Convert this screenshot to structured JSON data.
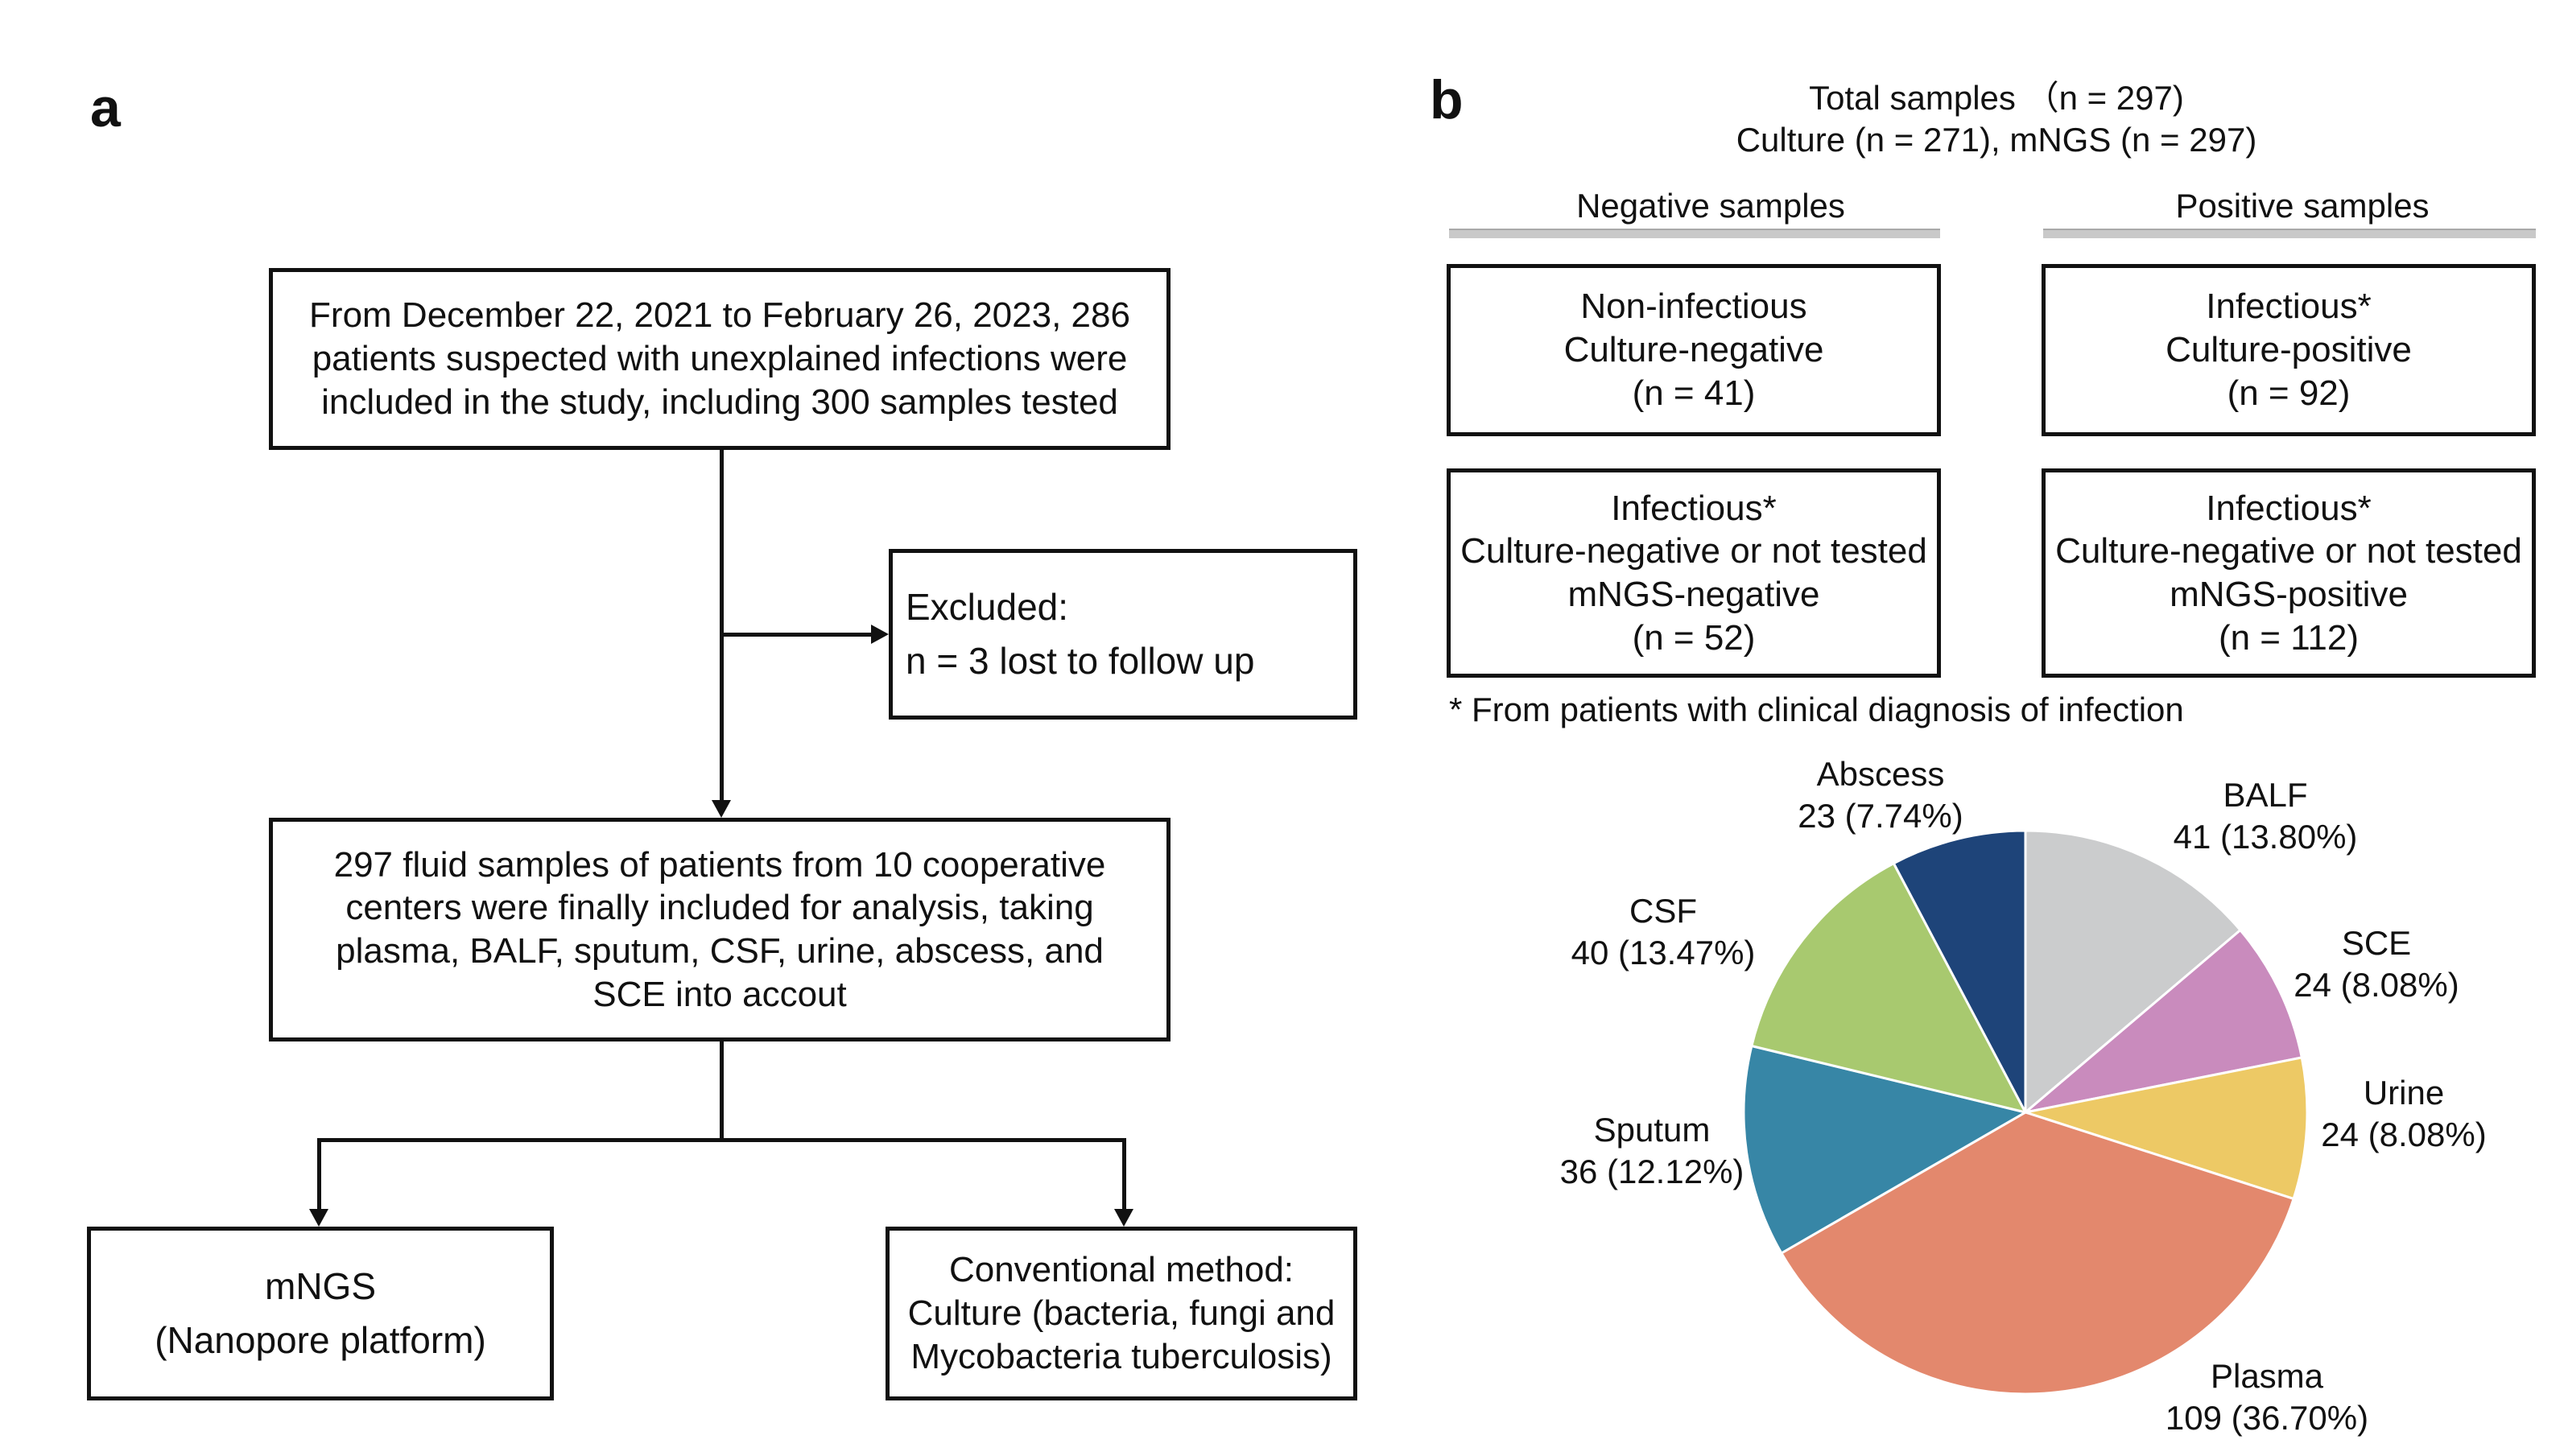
{
  "panel_a": {
    "letter": "a",
    "box1": [
      "From December 22, 2021 to February 26, 2023, 286",
      "patients suspected with unexplained infections were",
      "included in the study, including 300 samples tested"
    ],
    "excluded": [
      "Excluded:",
      "n  =  3 lost to follow up"
    ],
    "box2": [
      "297 fluid samples of patients from 10 cooperative",
      "centers were finally included for analysis, taking",
      "plasma, BALF, sputum, CSF, urine, abscess, and",
      "SCE into accout"
    ],
    "mngs": [
      "mNGS",
      "(Nanopore platform)"
    ],
    "conventional": [
      "Conventional method:",
      "Culture (bacteria, fungi and",
      "Mycobacteria tuberculosis)"
    ]
  },
  "panel_b": {
    "letter": "b",
    "total_line1": "Total  samples （n = 297)",
    "total_line2": "Culture (n = 271), mNGS (n = 297)",
    "negative_header": "Negative samples",
    "positive_header": "Positive samples",
    "neg_box1": [
      "Non-infectious",
      "Culture-negative",
      "(n = 41)"
    ],
    "neg_box2": [
      "Infectious*",
      "Culture-negative or not tested",
      "mNGS-negative",
      "(n = 52)"
    ],
    "pos_box1": [
      "Infectious*",
      "Culture-positive",
      "(n = 92)"
    ],
    "pos_box2": [
      "Infectious*",
      "Culture-negative or not tested",
      "mNGS-positive",
      "(n = 112)"
    ],
    "footnote": "* From patients with clinical diagnosis of infection"
  },
  "chart_data": {
    "type": "pie",
    "start_angle_deg": 0,
    "direction": "clockwise",
    "slices": [
      {
        "name": "BALF",
        "value": 41,
        "label": "41 (13.80%)",
        "color": "#cbcccd"
      },
      {
        "name": "SCE",
        "value": 24,
        "label": "24 (8.08%)",
        "color": "#c98bbd"
      },
      {
        "name": "Urine",
        "value": 24,
        "label": "24 (8.08%)",
        "color": "#edc965"
      },
      {
        "name": "Plasma",
        "value": 109,
        "label": "109 (36.70%)",
        "color": "#e3886d"
      },
      {
        "name": "Sputum",
        "value": 36,
        "label": "36 (12.12%)",
        "color": "#3786a6"
      },
      {
        "name": "CSF",
        "value": 40,
        "label": "40 (13.47%)",
        "color": "#a8c96f"
      },
      {
        "name": "Abscess",
        "value": 23,
        "label": "23 (7.74%)",
        "color": "#1e4479"
      }
    ]
  }
}
